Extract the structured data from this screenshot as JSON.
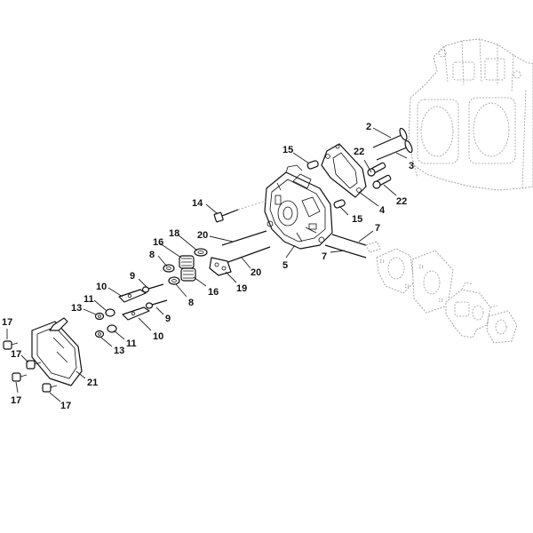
{
  "diagram": {
    "callouts": [
      {
        "id": "c2a",
        "text": "2"
      },
      {
        "id": "c3a",
        "text": "3"
      },
      {
        "id": "c4a",
        "text": "4"
      },
      {
        "id": "c5a",
        "text": "5"
      },
      {
        "id": "c7a",
        "text": "7"
      },
      {
        "id": "c7b",
        "text": "7"
      },
      {
        "id": "c8a",
        "text": "8"
      },
      {
        "id": "c8b",
        "text": "8"
      },
      {
        "id": "c9a",
        "text": "9"
      },
      {
        "id": "c9b",
        "text": "9"
      },
      {
        "id": "c10a",
        "text": "10"
      },
      {
        "id": "c10b",
        "text": "10"
      },
      {
        "id": "c11a",
        "text": "11"
      },
      {
        "id": "c11b",
        "text": "11"
      },
      {
        "id": "c13a",
        "text": "13"
      },
      {
        "id": "c13b",
        "text": "13"
      },
      {
        "id": "c14a",
        "text": "14"
      },
      {
        "id": "c15a",
        "text": "15"
      },
      {
        "id": "c15b",
        "text": "15"
      },
      {
        "id": "c16a",
        "text": "16"
      },
      {
        "id": "c16b",
        "text": "16"
      },
      {
        "id": "c17a",
        "text": "17"
      },
      {
        "id": "c17b",
        "text": "17"
      },
      {
        "id": "c17c",
        "text": "17"
      },
      {
        "id": "c17d",
        "text": "17"
      },
      {
        "id": "c18a",
        "text": "18"
      },
      {
        "id": "c19a",
        "text": "19"
      },
      {
        "id": "c20a",
        "text": "20"
      },
      {
        "id": "c20b",
        "text": "20"
      },
      {
        "id": "c21a",
        "text": "21"
      },
      {
        "id": "c22a",
        "text": "22"
      },
      {
        "id": "c22b",
        "text": "22"
      }
    ]
  }
}
